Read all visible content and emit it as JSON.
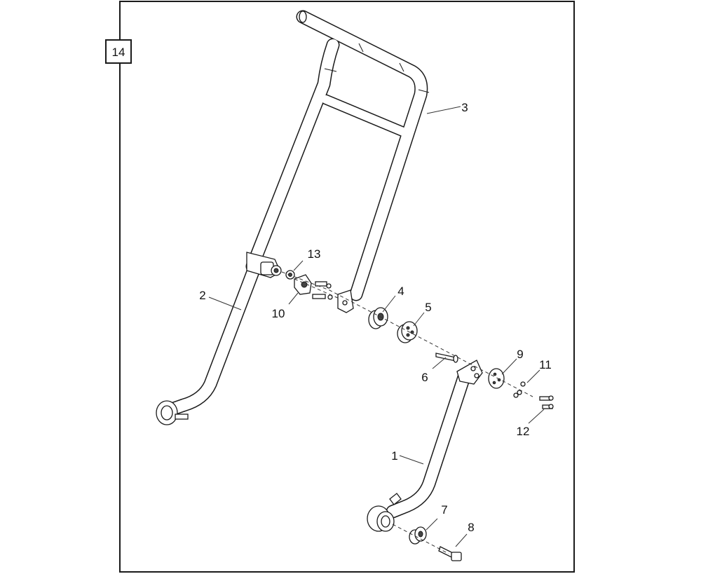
{
  "figure": {
    "figure_number": "14",
    "callouts": [
      "1",
      "2",
      "3",
      "4",
      "5",
      "6",
      "7",
      "8",
      "9",
      "10",
      "11",
      "12",
      "13"
    ]
  }
}
